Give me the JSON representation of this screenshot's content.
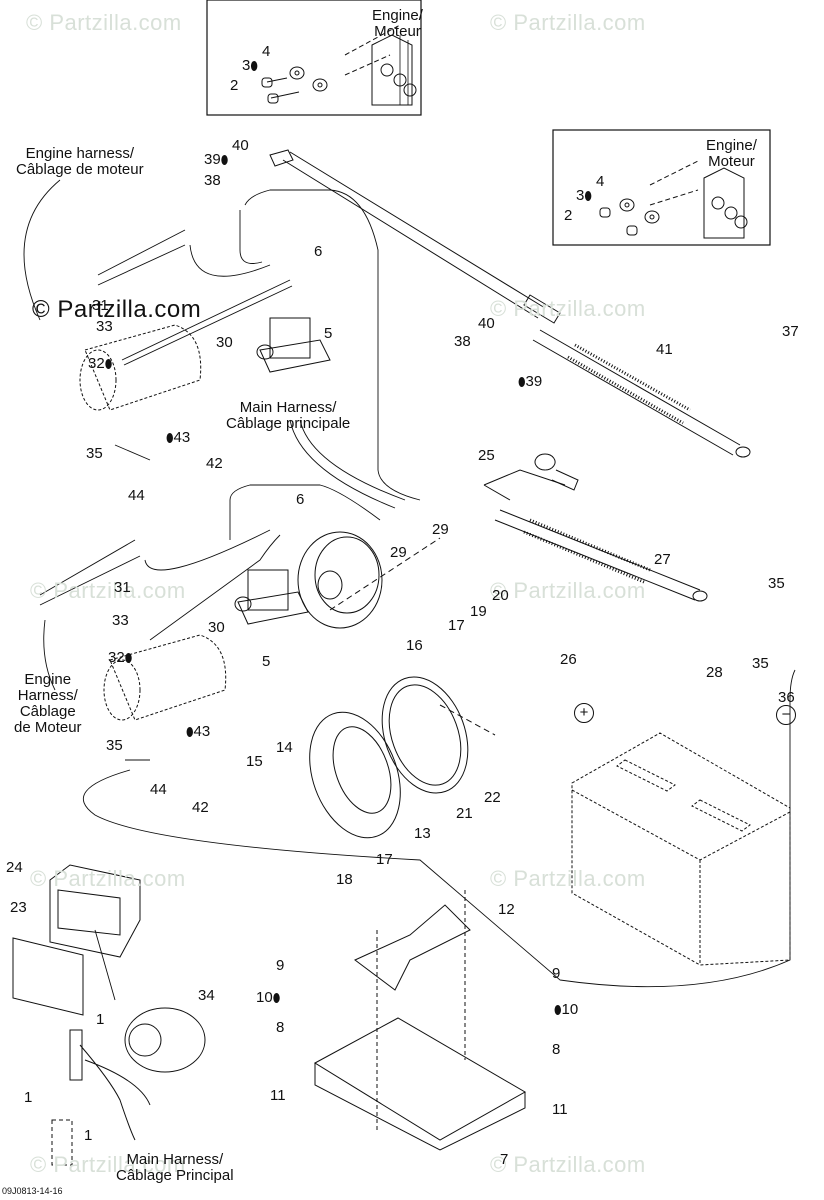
{
  "diagram": {
    "title": "Battery / Starter / Electrical Box Exploded Parts Diagram",
    "reference_code": "09J0813-14-16",
    "watermark": "© Partzilla.com",
    "adhesive_symbol": "drop-icon",
    "notes": {
      "engine_top": "Engine/\nMoteur",
      "engine_right": "Engine/\nMoteur",
      "engine_harness_top": "Engine harness/\nCâblage de moteur",
      "main_harness_mid": "Main Harness/\nCâblage principale",
      "engine_harness_left": "Engine\nHarness/\nCâblage\nde Moteur",
      "main_harness_bottom": "Main Harness/\nCâblage Principal"
    },
    "polarity": {
      "positive": "+",
      "negative": "−"
    },
    "callouts": {
      "c1a": "1",
      "c1b": "1",
      "c1c": "1",
      "c2a": "2",
      "c2b": "2",
      "c3a": "3",
      "c3b": "3",
      "c4a": "4",
      "c4b": "4",
      "c5a": "5",
      "c5b": "5",
      "c6a": "6",
      "c6b": "6",
      "c7": "7",
      "c8a": "8",
      "c8b": "8",
      "c9a": "9",
      "c9b": "9",
      "c10a": "10",
      "c10b": "10",
      "c11a": "11",
      "c11b": "11",
      "c12": "12",
      "c13": "13",
      "c14": "14",
      "c15": "15",
      "c16": "16",
      "c17a": "17",
      "c17b": "17",
      "c18": "18",
      "c19": "19",
      "c20": "20",
      "c21": "21",
      "c22": "22",
      "c23": "23",
      "c24": "24",
      "c25": "25",
      "c26": "26",
      "c27": "27",
      "c28": "28",
      "c29a": "29",
      "c29b": "29",
      "c30a": "30",
      "c30b": "30",
      "c31a": "31",
      "c31b": "31",
      "c32a": "32",
      "c32b": "32",
      "c33a": "33",
      "c33b": "33",
      "c34": "34",
      "c35a": "35",
      "c35b": "35",
      "c35c": "35",
      "c35d": "35",
      "c36": "36",
      "c37": "37",
      "c38a": "38",
      "c38b": "38",
      "c39a": "39",
      "c39b": "39",
      "c40a": "40",
      "c40b": "40",
      "c41": "41",
      "c42a": "42",
      "c42b": "42",
      "c43a": "43",
      "c43b": "43",
      "c44a": "44",
      "c44b": "44"
    }
  }
}
